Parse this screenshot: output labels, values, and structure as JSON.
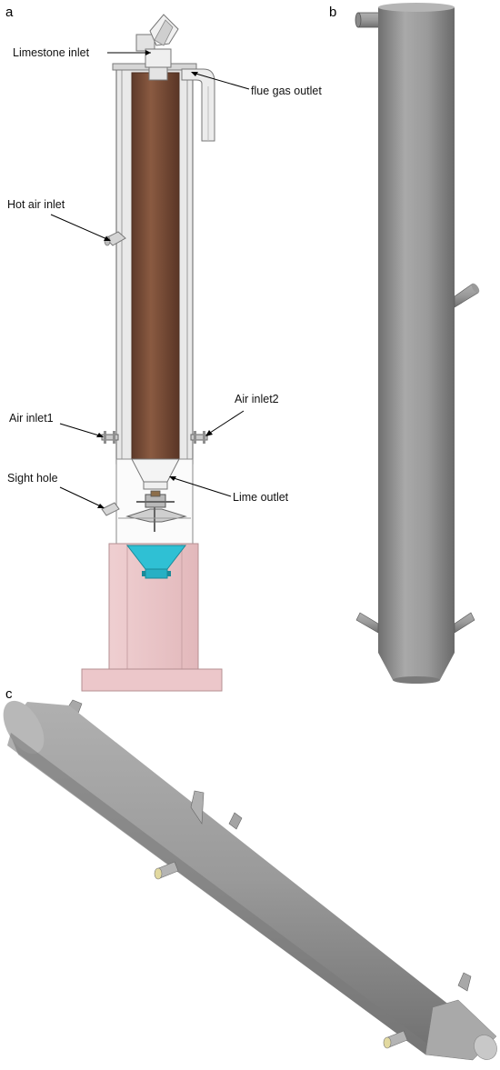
{
  "panels": {
    "a": "a",
    "b": "b",
    "c": "c"
  },
  "labels": {
    "limestone_inlet": "Limestone inlet",
    "flue_gas_outlet": "flue gas outlet",
    "hot_air_inlet": "Hot air inlet",
    "air_inlet1": "Air inlet1",
    "air_inlet2": "Air inlet2",
    "sight_hole": "Sight hole",
    "lime_outlet": "Lime outlet"
  },
  "colors": {
    "shaft_fill": "#7a4b35",
    "steel_grey": "#8c8c8c",
    "base_pink": "#e9c6c8",
    "hopper_cyan": "#34c3d6",
    "shell_light": "#e6e6e6"
  }
}
